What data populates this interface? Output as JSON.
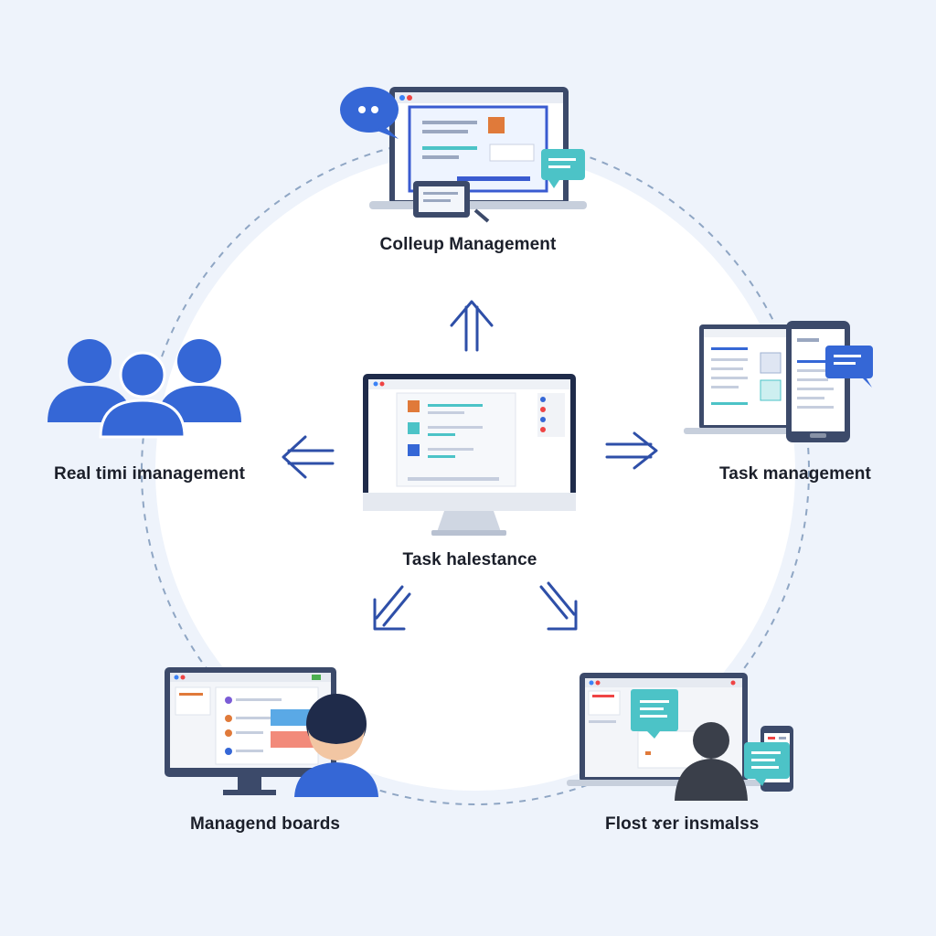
{
  "diagram": {
    "center": {
      "label": "Task halestance"
    },
    "nodes": {
      "top": {
        "label": "Colleup Management"
      },
      "left": {
        "label": "Real timi imanagement"
      },
      "right": {
        "label": "Task management"
      },
      "bottom_left": {
        "label": "Managend boards"
      },
      "bottom_right": {
        "label": "Flost ɤer insmalss"
      }
    }
  },
  "colors": {
    "background": "#eef3fb",
    "circle_fill": "#ffffff",
    "dashed_ring": "#8fa6c4",
    "arrow_blue": "#2e4fa8",
    "people_blue": "#3567d6",
    "screen_dark": "#3c4a6a",
    "accent_teal": "#4cc3c7",
    "accent_orange": "#e07a3a"
  },
  "icons": [
    "speech-bubble-icon",
    "laptop-icon",
    "tablet-icon",
    "people-group-icon",
    "monitor-icon",
    "person-avatar-icon",
    "phone-icon",
    "arrow-icon"
  ]
}
